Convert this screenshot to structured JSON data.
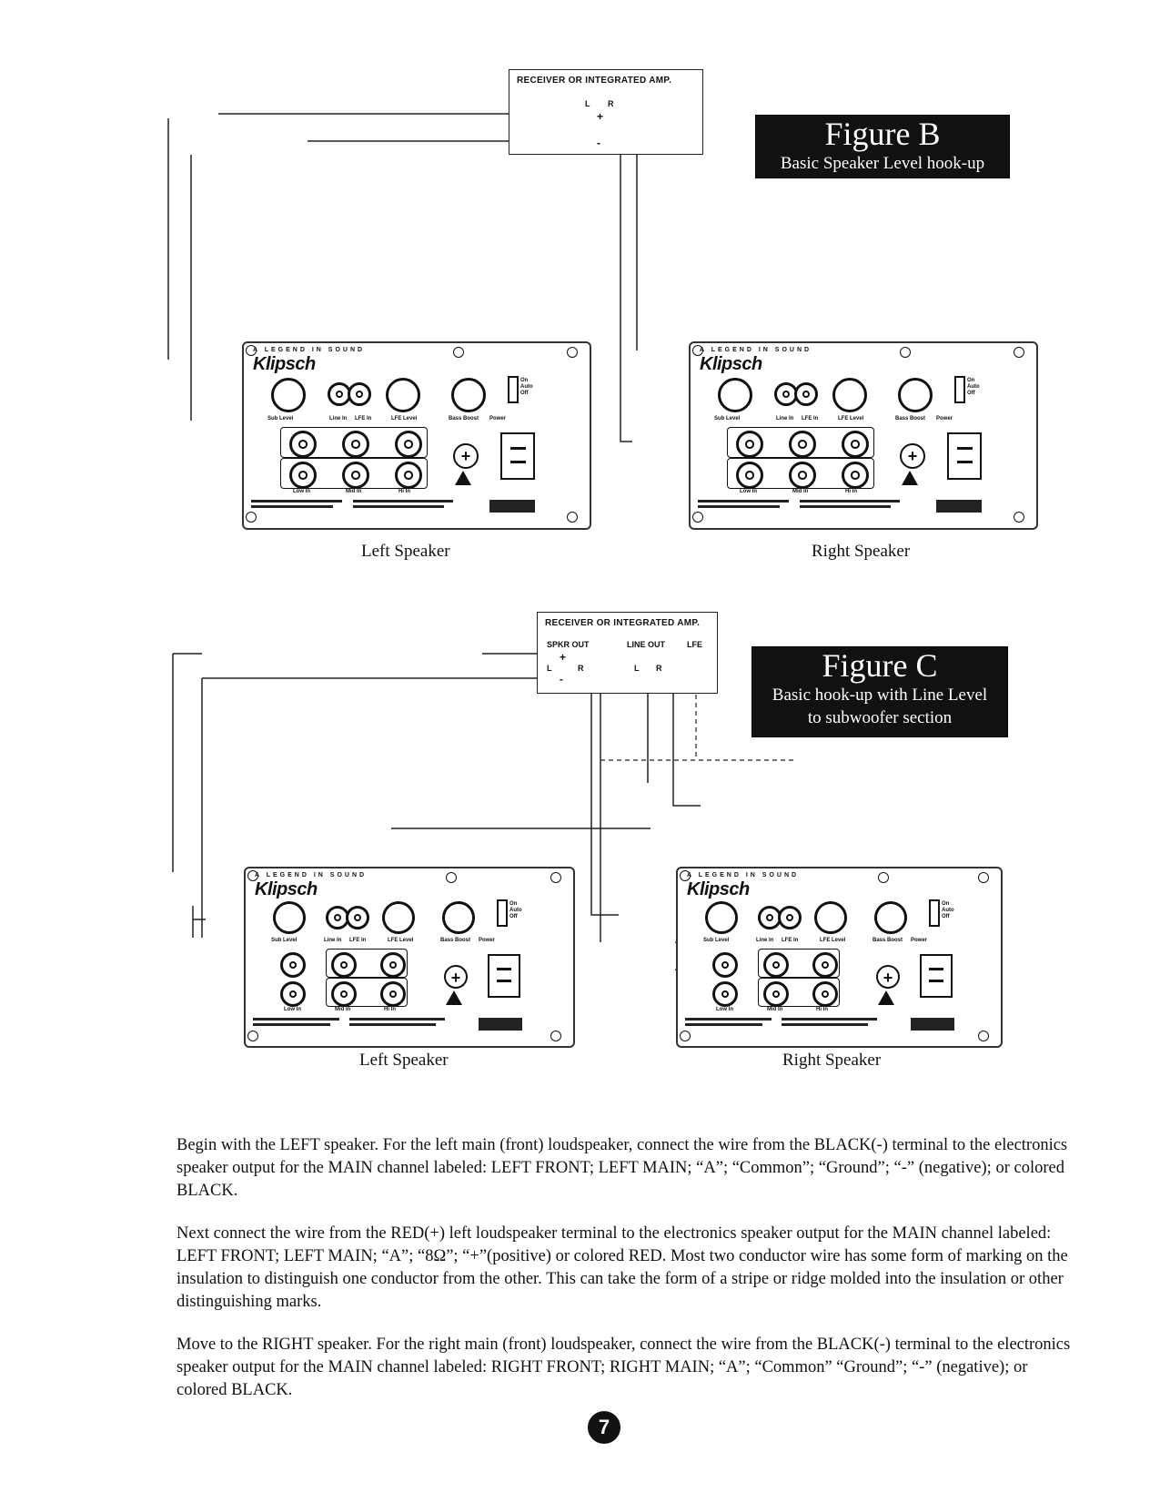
{
  "figureB": {
    "title": "Figure B",
    "subtitle": "Basic Speaker Level hook-up",
    "amp_title": "RECEIVER OR INTEGRATED AMP.",
    "amp_left": "L",
    "amp_right": "R",
    "plus": "+",
    "minus": "-",
    "left_caption": "Left Speaker",
    "right_caption": "Right Speaker"
  },
  "figureC": {
    "title": "Figure C",
    "subtitle_line1": "Basic hook-up with Line Level",
    "subtitle_line2": "to subwoofer section",
    "amp_title": "RECEIVER OR INTEGRATED AMP.",
    "spkr_out": "SPKR OUT",
    "line_out": "LINE OUT",
    "lfe": "LFE",
    "amp_left": "L",
    "amp_right": "R",
    "plus": "+",
    "minus": "-",
    "left_caption": "Left Speaker",
    "right_caption": "Right Speaker"
  },
  "panel": {
    "legend": "A LEGEND IN SOUND",
    "brand": "Klipsch",
    "sub_level": "Sub Level",
    "line_in": "Line In",
    "lfe_in": "LFE In",
    "lfe_level": "LFE Level",
    "bass_boost": "Bass Boost",
    "power": "Power",
    "on": "On",
    "auto": "Auto",
    "off": "Off",
    "low_in": "Low In",
    "mid_in": "Mid In",
    "hi_in": "Hi In"
  },
  "body": {
    "p1": "Begin with the LEFT speaker.  For the left main (front) loudspeaker, connect the wire from the BLACK(-) terminal to the  electronics speaker output for the MAIN channel labeled: LEFT FRONT; LEFT MAIN; “A”; “Common”; “Ground”; “-” (negative); or colored BLACK.",
    "p2": "Next connect the wire from the RED(+) left loudspeaker terminal to the electronics speaker output for the MAIN channel labeled: LEFT FRONT; LEFT MAIN; “A”; “8Ω”; “+”(positive) or colored RED.  Most two conductor wire has some form of marking on the insulation to distinguish one conductor from the other.  This can take the form of a stripe or ridge molded  into the insulation or other distinguishing marks.",
    "p3": "Move to the RIGHT speaker.  For the right main (front) loudspeaker, connect the wire from the BLACK(-) terminal to the electronics speaker output for the MAIN channel labeled:  RIGHT FRONT; RIGHT MAIN;  “A”; “Common” “Ground”; “-” (negative); or colored BLACK."
  },
  "page_number": "7"
}
